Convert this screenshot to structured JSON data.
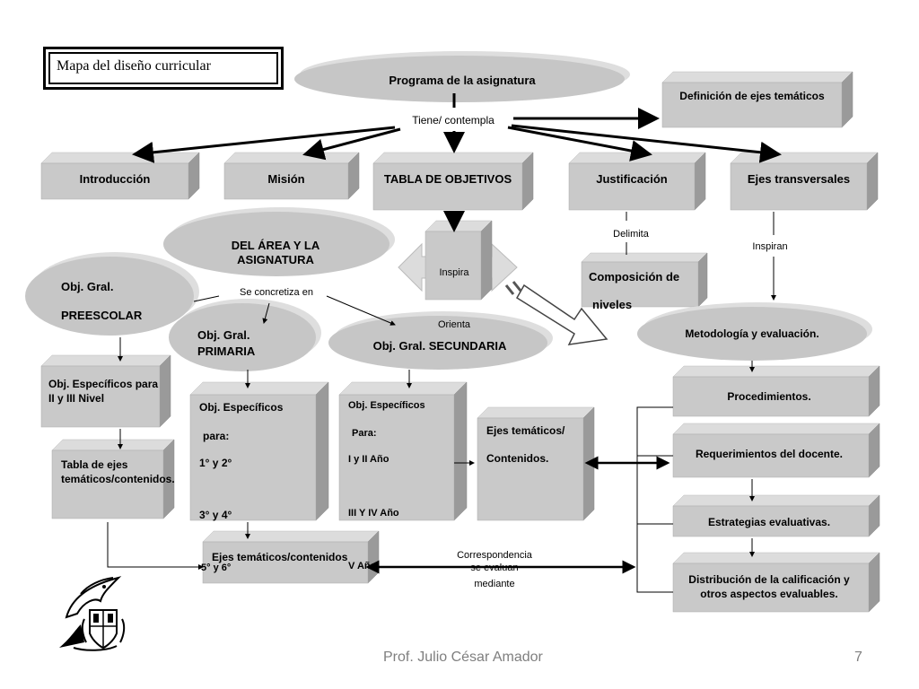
{
  "title": "Mapa del diseño curricular",
  "footer": {
    "author": "Prof. Julio César Amador",
    "page": "7"
  },
  "nodes": {
    "programa": "Programa de la asignatura",
    "definicion": "Definición de ejes temáticos",
    "introduccion": "Introducción",
    "mision": "Misión",
    "tabla_objetivos": "TABLA DE OBJETIVOS",
    "justificacion": "Justificación",
    "ejes_transversales": "Ejes transversales",
    "del_area": "DEL ÁREA Y LA ASIGNATURA",
    "composicion_1": "Composición de",
    "composicion_2": "niveles",
    "obj_preescolar_1": "Obj. Gral.",
    "obj_preescolar_2": "PREESCOLAR",
    "obj_primaria_1": "Obj. Gral.",
    "obj_primaria_2": "PRIMARIA",
    "obj_secundaria": "Obj. Gral. SECUNDARIA",
    "metodologia": "Metodología y evaluación.",
    "obj_esp_nivel": "Obj. Específicos para II y III Nivel",
    "obj_esp_prim_1": "Obj. Específicos",
    "obj_esp_prim_2": "para:",
    "obj_esp_prim_3": "1° y 2°",
    "obj_esp_prim_4": "3° y 4°",
    "obj_esp_sec_1": "Obj. Específicos",
    "obj_esp_sec_2": "Para:",
    "obj_esp_sec_3": "I y II Año",
    "obj_esp_sec_4": "III Y IV Año",
    "ejes_contenidos_1": "Ejes temáticos/",
    "ejes_contenidos_2": "Contenidos.",
    "procedimientos": "Procedimientos.",
    "requerimientos": "Requerimientos del docente.",
    "estrategias": "Estrategias evaluativas.",
    "distribucion": "Distribución de la calificación y otros aspectos evaluables.",
    "tabla_ejes": "Tabla de ejes temáticos/contenidos.",
    "ejes_bottom": "Ejes temáticos/contenidos",
    "ejes_bottom_sub_1": "5° y 6°",
    "ejes_bottom_sub_2": "V Año"
  },
  "connectors": {
    "tiene": "Tiene/ contempla",
    "inspira": "Inspira",
    "delimita": "Delimita",
    "inspiran": "Inspiran",
    "se_concretiza": "Se concretiza en",
    "orienta": "Orienta",
    "correspondencia": "Correspondencia",
    "se_evaluan": "se evaluan",
    "mediante": "mediante"
  },
  "colors": {
    "box_front": "#c9c9c9",
    "box_top": "#dcdcdc",
    "box_side": "#9a9a9a",
    "footer": "#7f7f7f"
  }
}
